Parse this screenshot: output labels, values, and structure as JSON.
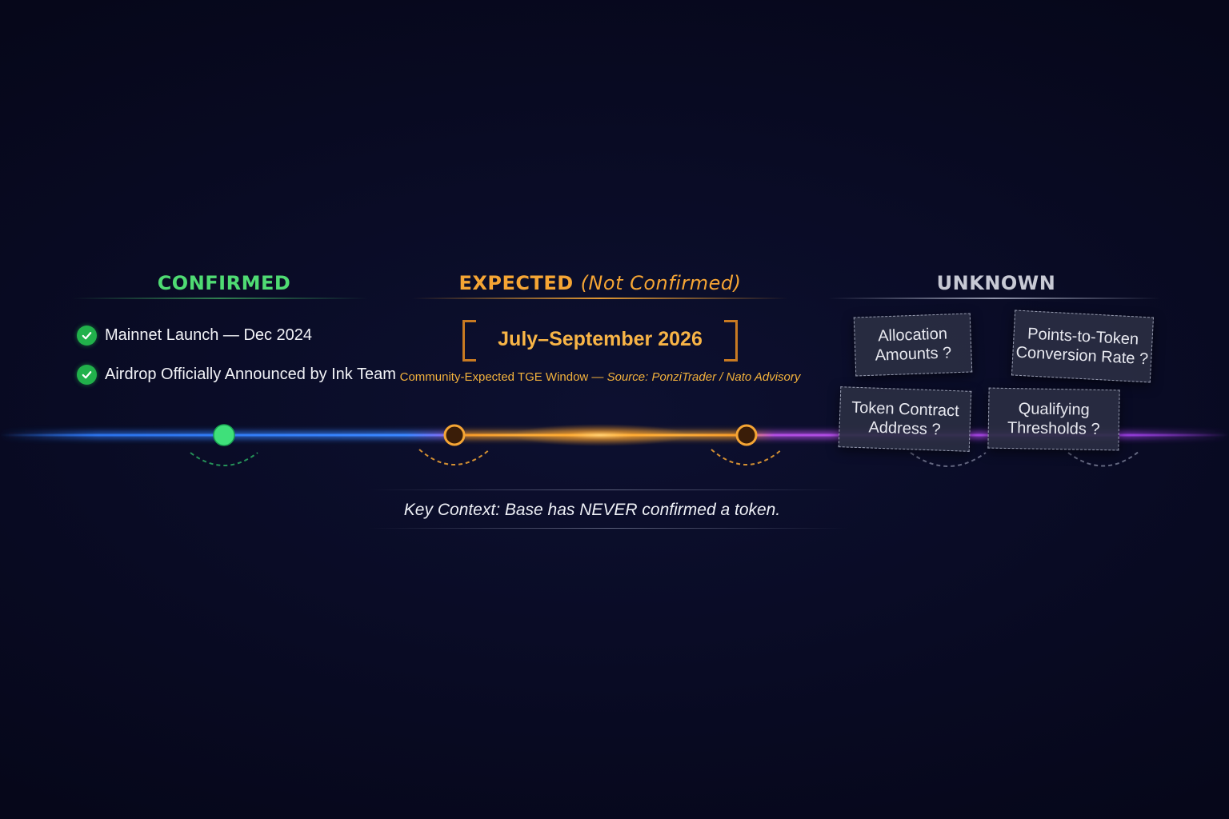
{
  "sections": {
    "confirmed": {
      "title": "CONFIRMED",
      "color": "#4fdb73",
      "items": [
        {
          "label": "Mainnet Launch — Dec 2024",
          "icon": "check-circle-icon"
        },
        {
          "label": "Airdrop Officially Announced by Ink Team",
          "icon": "check-circle-icon"
        }
      ]
    },
    "expected": {
      "title": "EXPECTED",
      "title_suffix": "(Not Confirmed)",
      "color": "#f5a534",
      "window": "July–September 2026",
      "caption_main": "Community-Expected TGE Window — ",
      "caption_source": "Source: PonziTrader / Nato Advisory"
    },
    "unknown": {
      "title": "UNKNOWN",
      "color": "#c7c9d4",
      "cards": [
        "Allocation\nAmounts ?",
        "Points-to-Token\nConversion Rate ?",
        "Token Contract\nAddress ?",
        "Qualifying\nThresholds ?"
      ]
    }
  },
  "timeline": {
    "markers": [
      {
        "name": "timeline-node-confirmed",
        "style": "filled",
        "color": "#3fe07a"
      },
      {
        "name": "timeline-node-expected-start",
        "style": "ring",
        "color": "#f5a534"
      },
      {
        "name": "timeline-node-expected-end",
        "style": "ring",
        "color": "#f5a534"
      }
    ],
    "colors": {
      "blue": "#2f7dff",
      "orange": "#ffa52a",
      "purple": "#a040e8"
    }
  },
  "key_context": "Key Context: Base has NEVER confirmed a token."
}
